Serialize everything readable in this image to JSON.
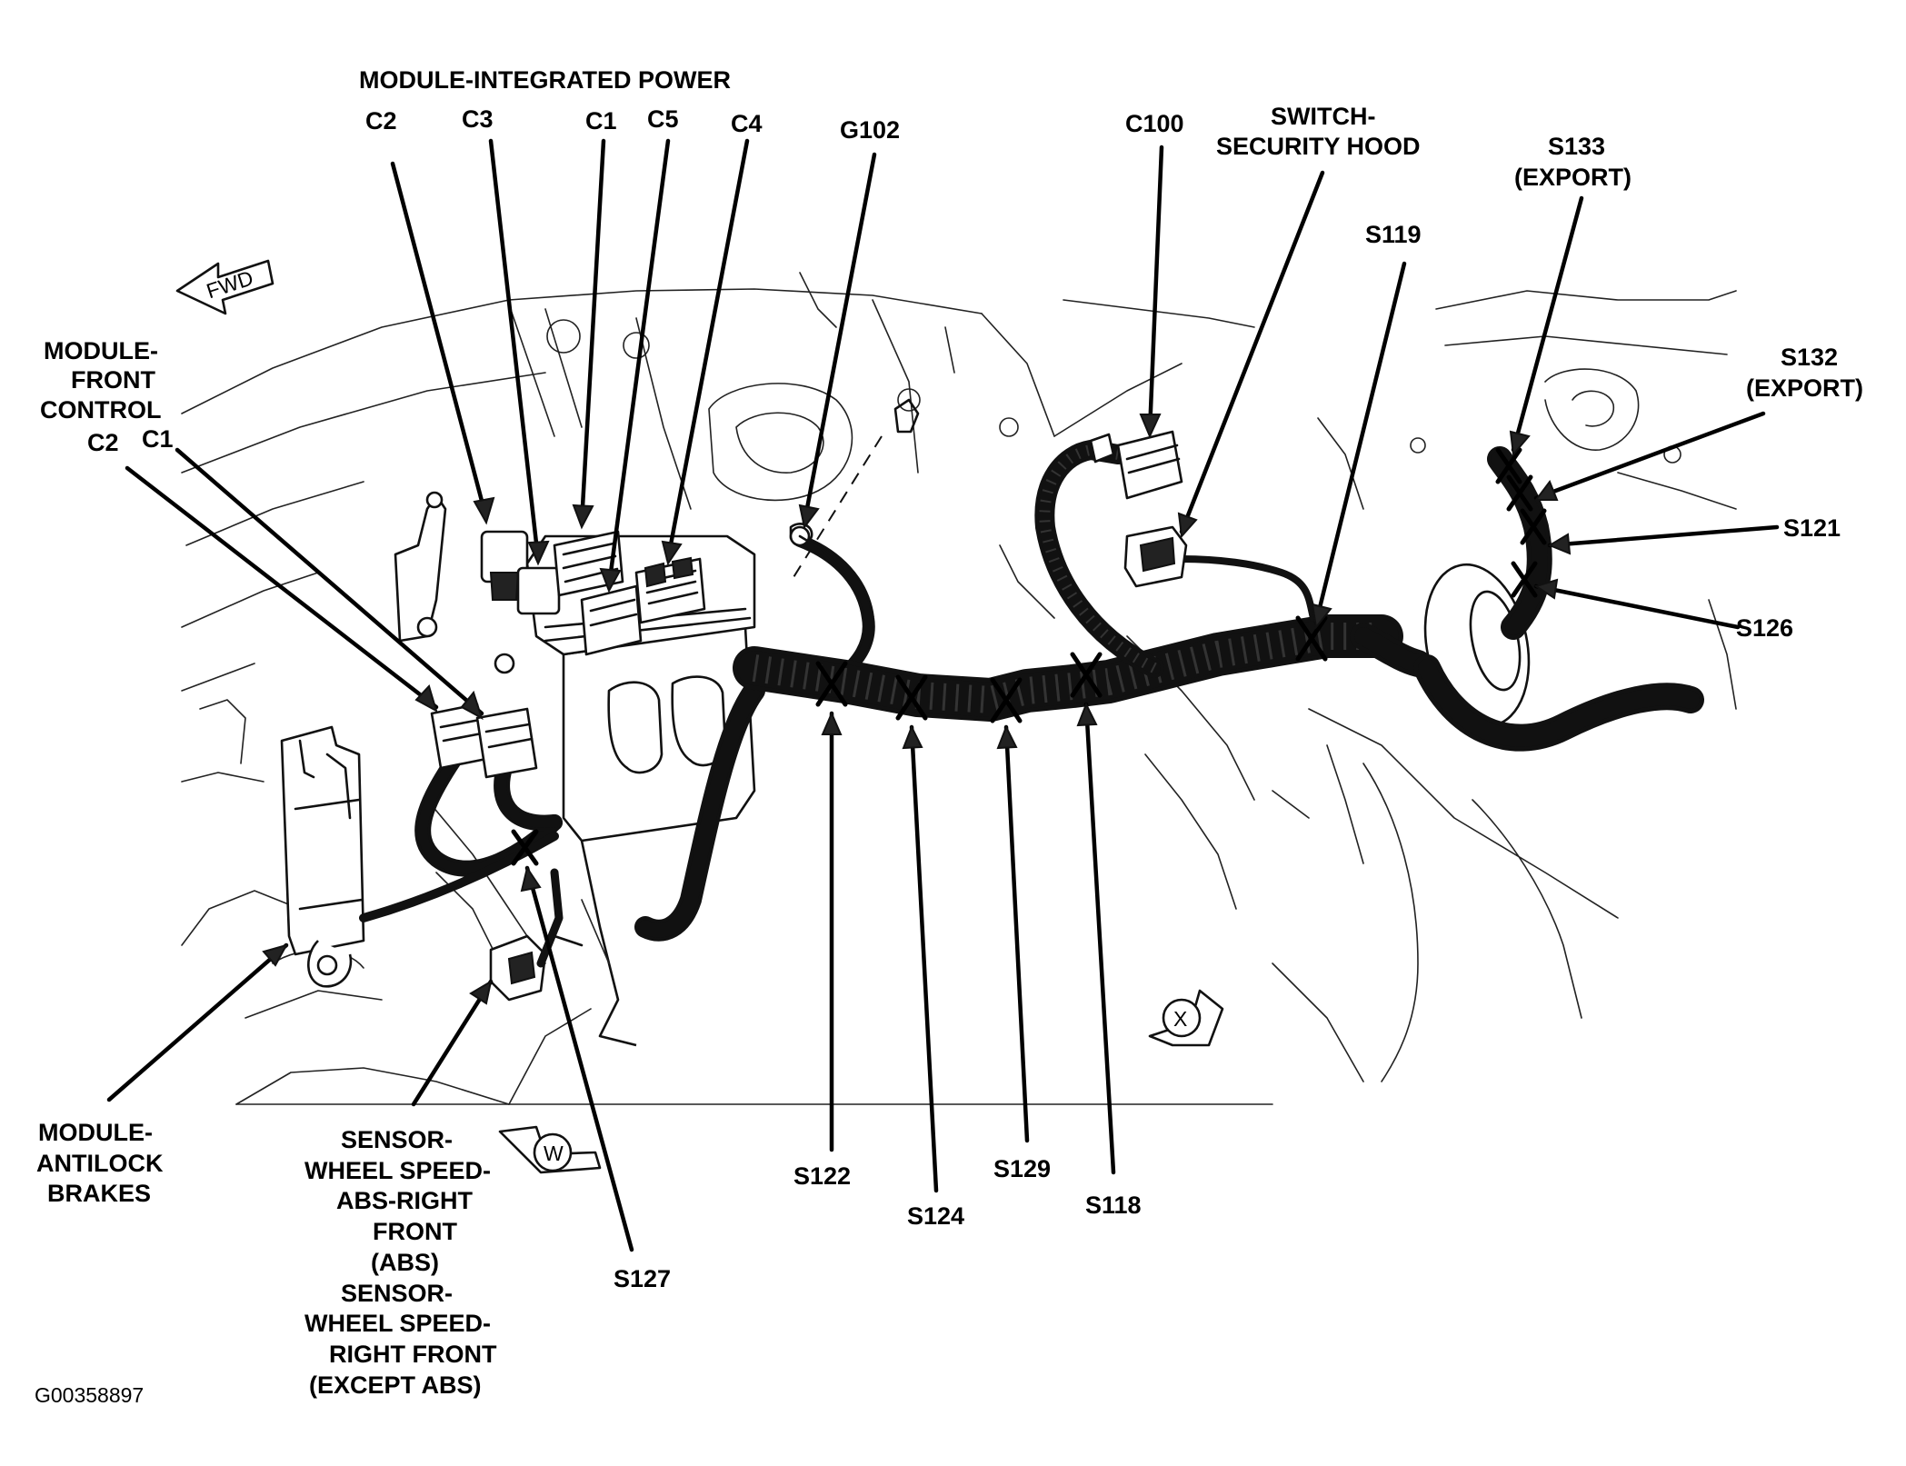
{
  "figure_id": "G00358897",
  "fwd_label": "FWD",
  "view_markers": {
    "w": "W",
    "x": "X"
  },
  "labels": {
    "module_integrated_power": "MODULE-INTEGRATED POWER",
    "ipm_c2": "C2",
    "ipm_c3": "C3",
    "ipm_c1": "C1",
    "ipm_c5": "C5",
    "ipm_c4": "C4",
    "g102": "G102",
    "c100": "C100",
    "switch_security_hood_1": "SWITCH-",
    "switch_security_hood_2": "SECURITY HOOD",
    "s133_1": "S133",
    "s133_2": "(EXPORT)",
    "s119": "S119",
    "s132_1": "S132",
    "s132_2": "(EXPORT)",
    "s121": "S121",
    "s126": "S126",
    "module_front_control_1": "MODULE-",
    "module_front_control_2": "FRONT",
    "module_front_control_3": "CONTROL",
    "fcm_c2": "C2",
    "fcm_c1": "C1",
    "module_antilock_brakes_1": "MODULE-",
    "module_antilock_brakes_2": "ANTILOCK",
    "module_antilock_brakes_3": "BRAKES",
    "sensor_1": "SENSOR-",
    "sensor_2": "WHEEL SPEED-",
    "sensor_3": "ABS-RIGHT",
    "sensor_4": "FRONT",
    "sensor_5": "(ABS)",
    "sensor_6": "SENSOR-",
    "sensor_7": "WHEEL SPEED-",
    "sensor_8": "RIGHT FRONT",
    "sensor_9": "(EXCEPT ABS)",
    "s127": "S127",
    "s122": "S122",
    "s124": "S124",
    "s129": "S129",
    "s118": "S118"
  }
}
